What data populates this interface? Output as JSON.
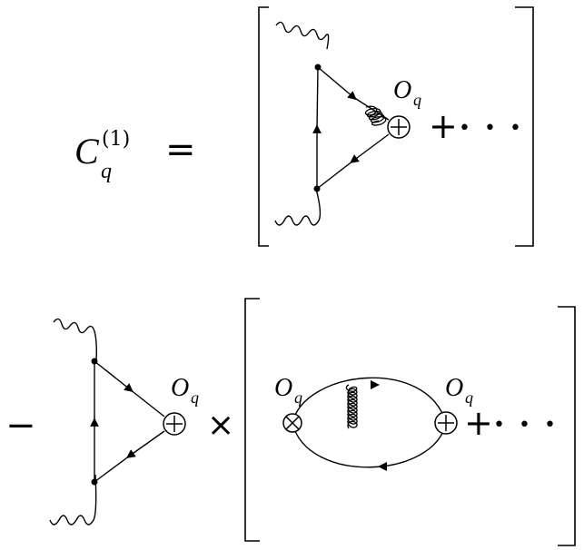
{
  "equation": {
    "lhs": {
      "symbol": "C",
      "subscript": "q",
      "superscript": "(1)"
    },
    "equals": "=",
    "top_plus": "+",
    "top_dots": "• • •",
    "minus": "−",
    "times": "×",
    "bottom_plus": "+",
    "bottom_dots": "• • •"
  },
  "operators": {
    "label_symbol": "O",
    "label_subscript": "q"
  }
}
